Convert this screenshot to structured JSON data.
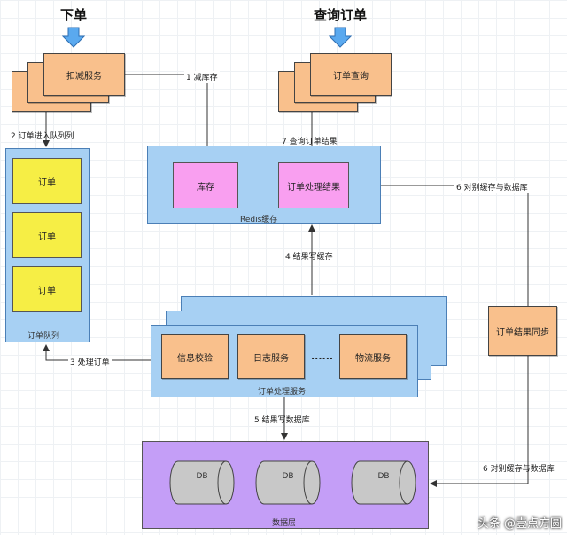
{
  "titles": {
    "place_order": "下单",
    "query_order": "查询订单"
  },
  "services": {
    "deduct": "扣减服务",
    "query": "订单查询",
    "sync": "订单结果同步"
  },
  "redis": {
    "label": "Redis缓存",
    "stock": "库存",
    "result": "订单处理结果"
  },
  "queue": {
    "label": "订单队列",
    "items": [
      "订单",
      "订单",
      "订单"
    ]
  },
  "processing": {
    "label": "订单处理服务",
    "validate": "信息校验",
    "log": "日志服务",
    "ellipsis": "......",
    "logistics": "物流服务"
  },
  "datalayer": {
    "label": "数据层",
    "dbs": [
      "DB",
      "DB",
      "DB"
    ]
  },
  "steps": {
    "s1": "1 减库存",
    "s2": "2 订单进入队列列",
    "s3": "3 处理订单",
    "s4": "4 结果写缓存",
    "s5": "5 结果写数据库",
    "s6a": "6 对别缓存与数据库",
    "s6b": "6 对别缓存与数据库",
    "s7": "7 查询订单结果"
  },
  "watermark": "头条 @壹点方圆",
  "colors": {
    "service": "#f9c08c",
    "cache": "#a7d0f3",
    "queue_item": "#f6ee45",
    "cache_item": "#f99ff0",
    "datalayer": "#c49ef7",
    "db": "#c8c8c8",
    "arrow_blue": "#5aa9ef"
  },
  "icons": {
    "down_arrow": "blue-down-arrow-icon"
  }
}
